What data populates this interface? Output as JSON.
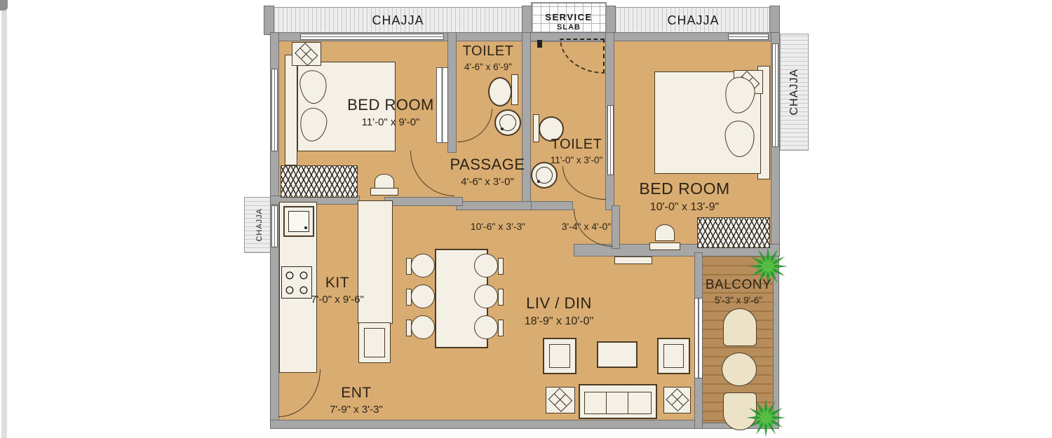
{
  "colors": {
    "floor": "#d9ac71",
    "wall": "#a7a7a7",
    "wallb": "#6e6e6e",
    "wood": "#b88d5c",
    "woodline": "#a07644",
    "fix": "#f4f0e5",
    "line": "#4a3b26",
    "text": "#2b2418",
    "plant1": "#2e9b33",
    "plant2": "#57bd45",
    "hatchbg": "#ededed",
    "hatchline": "#c9c9c9"
  },
  "chajja": {
    "top_left": "CHAJJA",
    "top_right": "CHAJJA",
    "right": "CHAJJA",
    "left": "CHAJJA"
  },
  "service_slab": {
    "line1": "SERVICE",
    "line2": "SLAB"
  },
  "rooms": {
    "bedroom1": {
      "label": "BED ROOM",
      "dims": "11'-0\" x 9'-0\""
    },
    "toilet1": {
      "label": "TOILET",
      "dims": "4'-6\" x 6'-9\""
    },
    "passage": {
      "label": "PASSAGE",
      "dims": "4'-6\" x 3'-0\""
    },
    "toilet2": {
      "label": "TOILET",
      "dims": "11'-0\" x 3'-0\""
    },
    "bedroom2": {
      "label": "BED ROOM",
      "dims": "10'-0\" x 13'-9\""
    },
    "kitchen": {
      "label": "KIT",
      "dims": "7'-0\" x 9'-6\""
    },
    "living": {
      "label": "LIV / DIN",
      "dims": "18'-9\" x 10'-0\""
    },
    "balcony": {
      "label": "BALCONY",
      "dims": "5'-3\" x 9'-6\""
    },
    "entry": {
      "label": "ENT",
      "dims": "7'-9\" x 3'-3\""
    }
  },
  "open_areas": {
    "passage2": "10'-6\" x 3'-3\"",
    "lobby": "3'-4\" x 4'-0\""
  }
}
